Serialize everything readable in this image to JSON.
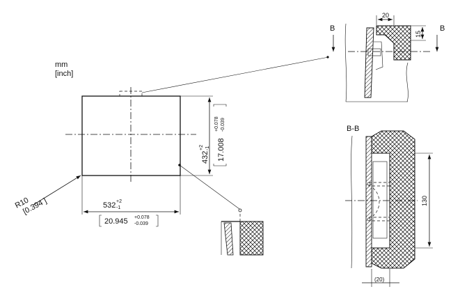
{
  "units": {
    "primary": "mm",
    "secondary": "[inch]"
  },
  "cutout": {
    "width_mm": "532",
    "width_tol_upper": "+2",
    "width_tol_lower": "-1",
    "width_in": "20.945",
    "width_in_tol_upper": "+0.078",
    "width_in_tol_lower": "-0.039",
    "height_mm": "432",
    "height_tol_upper": "+2",
    "height_tol_lower": "-1",
    "height_in": "17.008",
    "height_in_tol_upper": "+0.078",
    "height_in_tol_lower": "-0.039",
    "radius_mm": "R10",
    "radius_in": "[0.394 ]"
  },
  "section_a": {
    "cut_label_left": "B",
    "cut_label_right": "B",
    "dim_top": "20",
    "dim_side": "15"
  },
  "section_b": {
    "title": "B-B",
    "dim_height": "130",
    "dim_bottom": "(20)"
  }
}
